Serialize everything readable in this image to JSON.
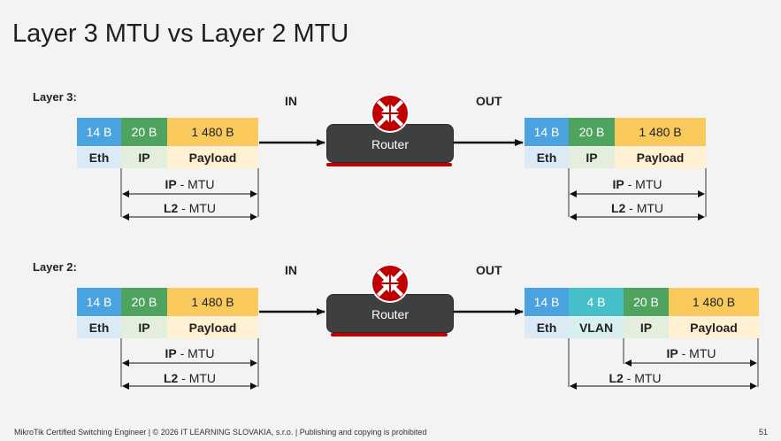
{
  "title": "Layer 3 MTU vs Layer 2 MTU",
  "footer": "MikroTik Certified Switching Engineer | © 2026 IT LEARNING SLOVAKIA, s.r.o. | Publishing and copying is prohibited",
  "page_number": "51",
  "colors": {
    "eth": "#4aa3df",
    "ip": "#4ea45f",
    "payload": "#fac95c",
    "vlan": "#45bfc8",
    "router": "#3f3f3f",
    "router_icon": "#c00000"
  },
  "router_icon": "router-icon",
  "layer3": {
    "label": "Layer 3:",
    "in": "IN",
    "out": "OUT",
    "router": "Router",
    "in_frame": {
      "sizes": [
        "14 B",
        "20 B",
        "1 480 B"
      ],
      "names": [
        "Eth",
        "IP",
        "Payload"
      ]
    },
    "out_frame": {
      "sizes": [
        "14 B",
        "20 B",
        "1 480 B"
      ],
      "names": [
        "Eth",
        "IP",
        "Payload"
      ]
    },
    "in_ip_mtu": {
      "bold": "IP",
      "rest": " - MTU"
    },
    "in_l2_mtu": {
      "bold": "L2",
      "rest": " - MTU"
    },
    "out_ip_mtu": {
      "bold": "IP",
      "rest": " - MTU"
    },
    "out_l2_mtu": {
      "bold": "L2",
      "rest": " - MTU"
    }
  },
  "layer2": {
    "label": "Layer 2:",
    "in": "IN",
    "out": "OUT",
    "router": "Router",
    "in_frame": {
      "sizes": [
        "14 B",
        "20 B",
        "1 480 B"
      ],
      "names": [
        "Eth",
        "IP",
        "Payload"
      ]
    },
    "out_frame": {
      "sizes": [
        "14 B",
        "4 B",
        "20 B",
        "1 480 B"
      ],
      "names": [
        "Eth",
        "VLAN",
        "IP",
        "Payload"
      ]
    },
    "in_ip_mtu": {
      "bold": "IP",
      "rest": " - MTU"
    },
    "in_l2_mtu": {
      "bold": "L2",
      "rest": " - MTU"
    },
    "out_ip_mtu": {
      "bold": "IP",
      "rest": " - MTU"
    },
    "out_l2_mtu": {
      "bold": "L2",
      "rest": " - MTU"
    }
  }
}
